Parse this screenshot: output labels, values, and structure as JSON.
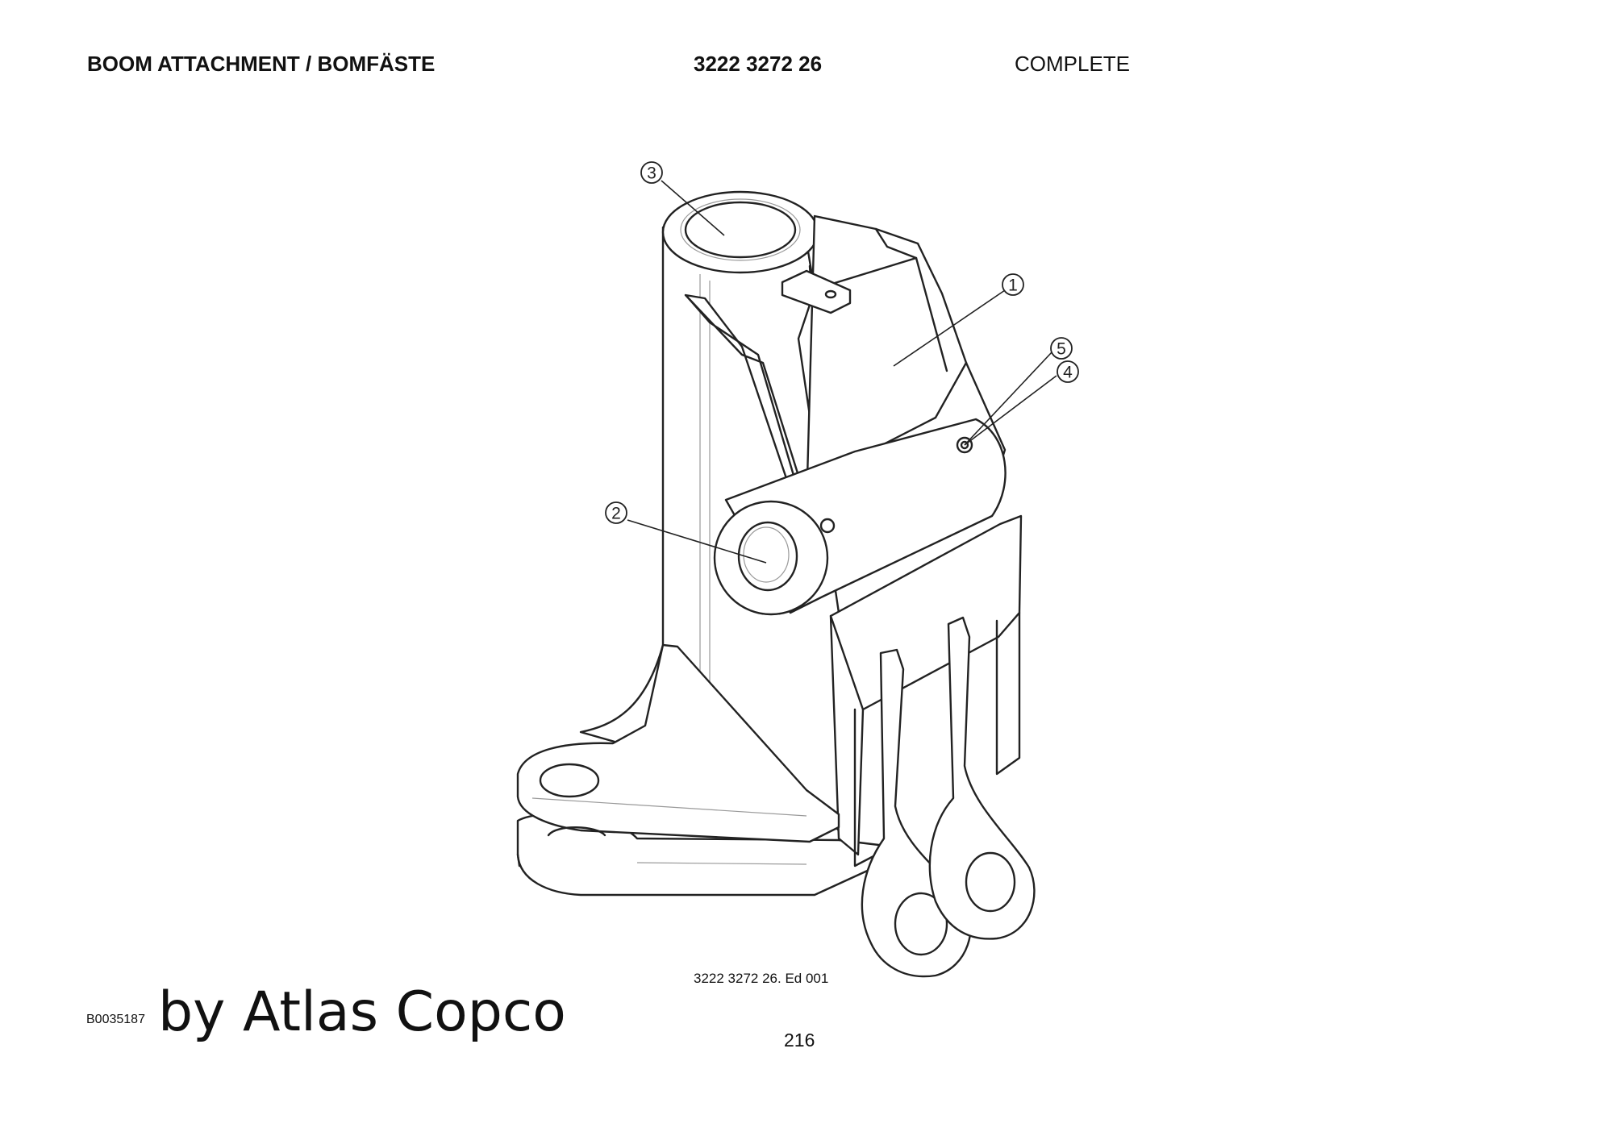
{
  "header": {
    "title": "BOOM ATTACHMENT / BOMFÄSTE",
    "part_number": "3222 3272 26",
    "status": "COMPLETE"
  },
  "callouts": [
    "1",
    "2",
    "3",
    "4",
    "5"
  ],
  "footer": {
    "edition": "3222 3272 26. Ed 001",
    "document_id": "B0035187",
    "brand": "by Atlas Copco",
    "page_number": "216"
  }
}
